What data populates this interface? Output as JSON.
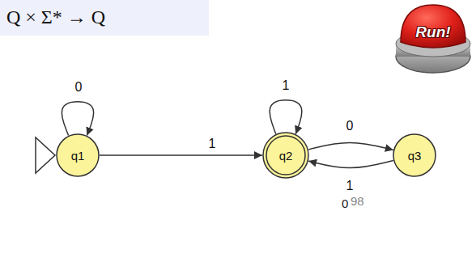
{
  "diagram": {
    "nodes": [
      {
        "text": [
          "q1"
        ]
      },
      {
        "text": [
          "q2"
        ]
      },
      {
        "text": [
          "q3"
        ]
      }
    ],
    "edges": [
      {
        "from": 0,
        "to": 0,
        "label": "0",
        "arrow": "to"
      },
      {
        "from": 0,
        "to": 1,
        "label": "1",
        "arrow": "to"
      },
      {
        "from": 1,
        "to": 1,
        "label": "1",
        "arrow": "to"
      },
      {
        "from": 1,
        "to": 2,
        "label": "0",
        "arrow": "to"
      },
      {
        "from": 2,
        "to": 1,
        "label": "1",
        "arrow": "to"
      }
    ],
    "labels": [
      "Q × Σ* → Q",
      "Run!",
      "0",
      "98"
    ]
  }
}
